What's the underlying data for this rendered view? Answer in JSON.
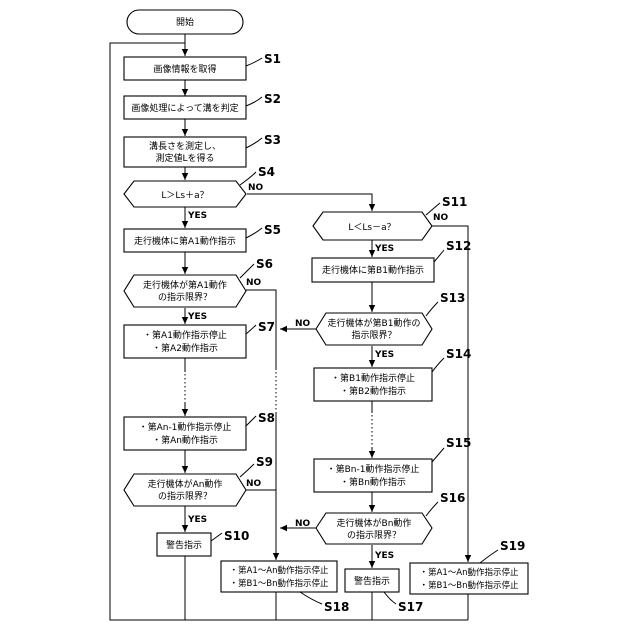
{
  "start": {
    "text": "開始"
  },
  "steps": {
    "s1": {
      "label": "S1",
      "lines": [
        "画像情報を取得"
      ]
    },
    "s2": {
      "label": "S2",
      "lines": [
        "画像処理によって溝を判定"
      ]
    },
    "s3": {
      "label": "S3",
      "lines": [
        "溝長さを測定し、",
        "測定値Lを得る"
      ]
    },
    "s4": {
      "label": "S4",
      "lines": [
        "L＞Ls＋a？"
      ]
    },
    "s5": {
      "label": "S5",
      "lines": [
        "走行機体に第A1動作指示"
      ]
    },
    "s6": {
      "label": "S6",
      "lines": [
        "走行機体が第A1動作",
        "の指示限界？"
      ]
    },
    "s7": {
      "label": "S7",
      "lines": [
        "・第A1動作指示停止",
        "・第A2動作指示"
      ]
    },
    "s8": {
      "label": "S8",
      "lines": [
        "・第An-1動作指示停止",
        "・第An動作指示"
      ]
    },
    "s9": {
      "label": "S9",
      "lines": [
        "走行機体がAn動作",
        "の指示限界？"
      ]
    },
    "s10": {
      "label": "S10",
      "lines": [
        "警告指示"
      ]
    },
    "s11": {
      "label": "S11",
      "lines": [
        "L＜Ls－a？"
      ]
    },
    "s12": {
      "label": "S12",
      "lines": [
        "走行機体に第B1動作指示"
      ]
    },
    "s13": {
      "label": "S13",
      "lines": [
        "走行機体が第B1動作の",
        "指示限界？"
      ]
    },
    "s14": {
      "label": "S14",
      "lines": [
        "・第B1動作指示停止",
        "・第B2動作指示"
      ]
    },
    "s15": {
      "label": "S15",
      "lines": [
        "・第Bn-1動作指示停止",
        "・第Bn動作指示"
      ]
    },
    "s16": {
      "label": "S16",
      "lines": [
        "走行機体がBn動作",
        "の指示限界？"
      ]
    },
    "s17": {
      "label": "S17",
      "lines": [
        "警告指示"
      ]
    },
    "s18": {
      "label": "S18",
      "lines": [
        "・第A1～An動作指示停止",
        "・第B1～Bn動作指示停止"
      ]
    },
    "s19": {
      "label": "S19",
      "lines": [
        "・第A1～An動作指示停止",
        "・第B1～Bn動作指示停止"
      ]
    }
  },
  "branch_labels": {
    "yes": "YES",
    "no": "NO"
  }
}
